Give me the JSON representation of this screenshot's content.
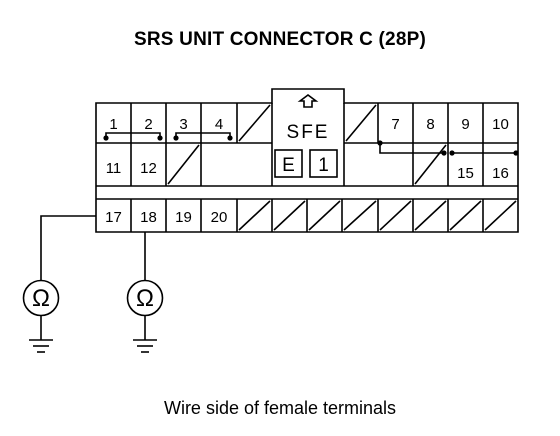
{
  "title": "SRS UNIT CONNECTOR C (28P)",
  "caption": "Wire side of female terminals",
  "connector": {
    "lock_label": "SFE",
    "code_left": "E",
    "code_right": "1",
    "terminals": {
      "t1": "1",
      "t2": "2",
      "t3": "3",
      "t4": "4",
      "t7": "7",
      "t8": "8",
      "t9": "9",
      "t10": "10",
      "t11": "11",
      "t12": "12",
      "t15": "15",
      "t16": "16",
      "t17": "17",
      "t18": "18",
      "t19": "19",
      "t20": "20"
    }
  },
  "meters": {
    "left_symbol": "Ω",
    "right_symbol": "Ω"
  }
}
